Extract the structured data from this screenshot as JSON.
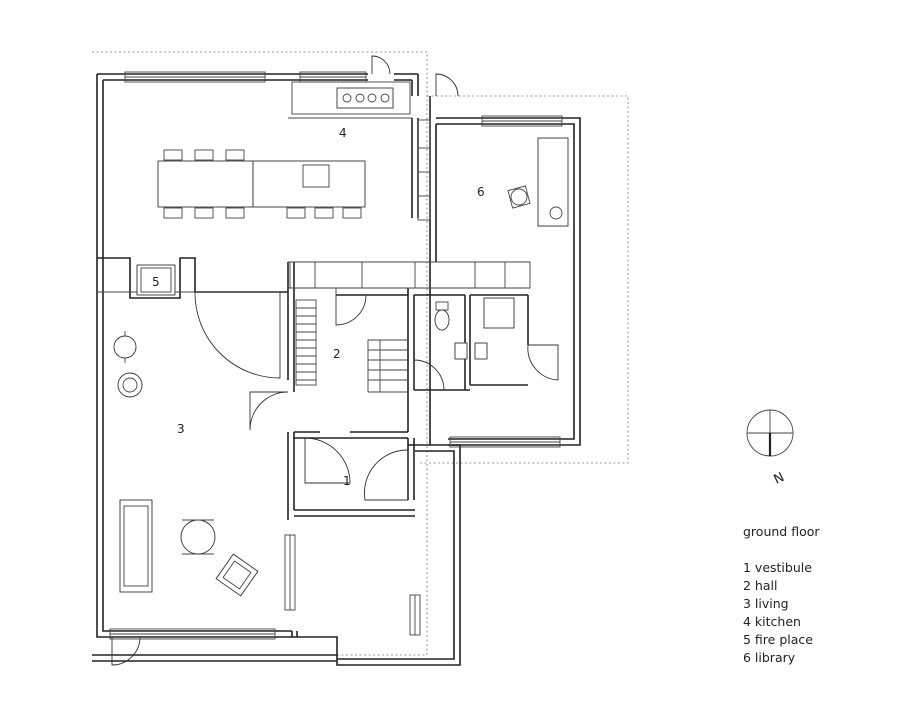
{
  "plan": {
    "rooms": [
      {
        "num": "1",
        "name": "vestibule"
      },
      {
        "num": "2",
        "name": "hall"
      },
      {
        "num": "3",
        "name": "living"
      },
      {
        "num": "4",
        "name": "kitchen"
      },
      {
        "num": "5",
        "name": "fire place"
      },
      {
        "num": "6",
        "name": "library"
      }
    ],
    "north_label": "N"
  },
  "legend": {
    "title": "ground floor",
    "items": [
      "1  vestibule",
      "2  hall",
      "3  living",
      "4  kitchen",
      "5  fire place",
      "6  library"
    ]
  }
}
